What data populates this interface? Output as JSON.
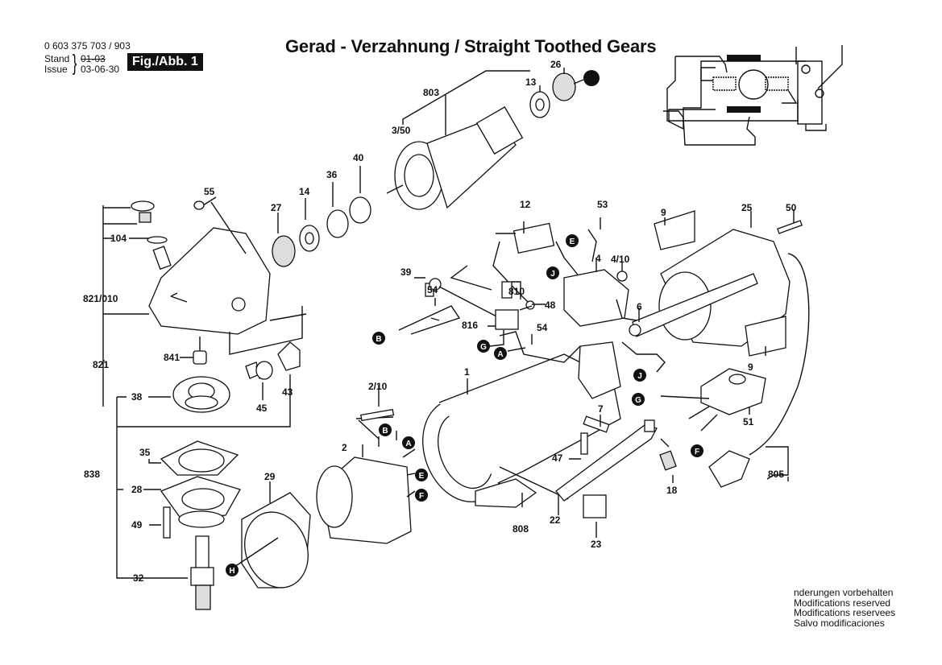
{
  "header": {
    "document_number": "0 603 375 703 / 903",
    "stand_label": "Stand",
    "issue_label": "Issue",
    "stand_date_struck": "01-03",
    "issue_date": "03-06-30",
    "figure_badge": "Fig./Abb. 1",
    "title": "Gerad - Verzahnung / Straight Toothed Gears"
  },
  "footer": {
    "lines": [
      "nderungen vorbehalten",
      "Modifications reserved",
      "Modifications reservees",
      "Salvo modificaciones"
    ]
  },
  "parts": [
    {
      "id": "p803",
      "label": "803"
    },
    {
      "id": "p13",
      "label": "13"
    },
    {
      "id": "p26",
      "label": "26"
    },
    {
      "id": "p3_50",
      "label": "3/50"
    },
    {
      "id": "p40",
      "label": "40"
    },
    {
      "id": "p36",
      "label": "36"
    },
    {
      "id": "p14",
      "label": "14"
    },
    {
      "id": "p27",
      "label": "27"
    },
    {
      "id": "p55",
      "label": "55"
    },
    {
      "id": "p104",
      "label": "104"
    },
    {
      "id": "p821_010",
      "label": "821/010"
    },
    {
      "id": "p821",
      "label": "821"
    },
    {
      "id": "p841",
      "label": "841"
    },
    {
      "id": "p45",
      "label": "45"
    },
    {
      "id": "p43",
      "label": "43"
    },
    {
      "id": "p38",
      "label": "38"
    },
    {
      "id": "p35",
      "label": "35"
    },
    {
      "id": "p838",
      "label": "838"
    },
    {
      "id": "p28",
      "label": "28"
    },
    {
      "id": "p49",
      "label": "49"
    },
    {
      "id": "p32",
      "label": "32"
    },
    {
      "id": "p29",
      "label": "29"
    },
    {
      "id": "p2",
      "label": "2"
    },
    {
      "id": "p2_10",
      "label": "2/10"
    },
    {
      "id": "p1",
      "label": "1"
    },
    {
      "id": "p808",
      "label": "808"
    },
    {
      "id": "p12",
      "label": "12"
    },
    {
      "id": "p53",
      "label": "53"
    },
    {
      "id": "p39",
      "label": "39"
    },
    {
      "id": "p54a",
      "label": "54"
    },
    {
      "id": "p810",
      "label": "810"
    },
    {
      "id": "p48",
      "label": "48"
    },
    {
      "id": "p816",
      "label": "816"
    },
    {
      "id": "p54b",
      "label": "54"
    },
    {
      "id": "p4",
      "label": "4"
    },
    {
      "id": "p4_10",
      "label": "4/10"
    },
    {
      "id": "p6",
      "label": "6"
    },
    {
      "id": "p9a",
      "label": "9"
    },
    {
      "id": "p25",
      "label": "25"
    },
    {
      "id": "p50",
      "label": "50"
    },
    {
      "id": "p9b",
      "label": "9"
    },
    {
      "id": "p7",
      "label": "7"
    },
    {
      "id": "p47",
      "label": "47"
    },
    {
      "id": "p22",
      "label": "22"
    },
    {
      "id": "p23",
      "label": "23"
    },
    {
      "id": "p18",
      "label": "18"
    },
    {
      "id": "p51",
      "label": "51"
    },
    {
      "id": "p805",
      "label": "805"
    }
  ],
  "connectors": [
    "A",
    "B",
    "E",
    "F",
    "G",
    "H",
    "J"
  ],
  "connector_instances": [
    {
      "letter": "B"
    },
    {
      "letter": "G"
    },
    {
      "letter": "A"
    },
    {
      "letter": "E"
    },
    {
      "letter": "J"
    },
    {
      "letter": "J"
    },
    {
      "letter": "G"
    },
    {
      "letter": "F"
    },
    {
      "letter": "B"
    },
    {
      "letter": "A"
    },
    {
      "letter": "E"
    },
    {
      "letter": "F"
    },
    {
      "letter": "H"
    }
  ]
}
